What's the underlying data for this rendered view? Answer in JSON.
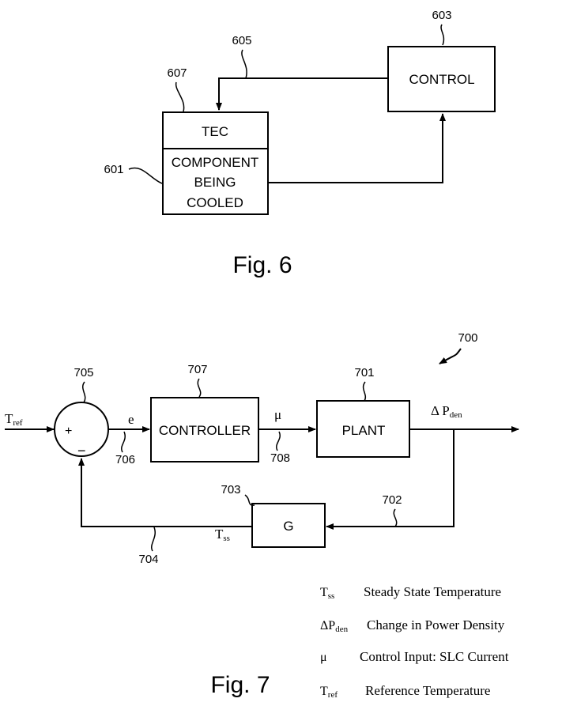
{
  "fig6": {
    "caption": "Fig. 6",
    "refs": {
      "component": "601",
      "control": "603",
      "feedback_line": "605",
      "tec": "607"
    },
    "control_label": "CONTROL",
    "tec_label": "TEC",
    "component_lines": [
      "COMPONENT",
      "BEING",
      "COOLED"
    ]
  },
  "fig7": {
    "caption": "Fig. 7",
    "refs": {
      "system": "700",
      "plant": "701",
      "feedback_signal": "702",
      "gain_block": "703",
      "feedback_line": "704",
      "summer": "705",
      "error_line": "706",
      "controller": "707",
      "input_line": "708"
    },
    "controller_label": "CONTROLLER",
    "plant_label": "PLANT",
    "gain_label": "G",
    "summer_plus": "+",
    "summer_minus": "−",
    "signals": {
      "error": "e",
      "control_input": "μ",
      "t_ref_base": "T",
      "t_ref_sub": "ref",
      "t_ss_base": "T",
      "t_ss_sub": "ss",
      "dp_base": "Δ P",
      "dp_sub": "den"
    },
    "legend": [
      {
        "sym": "T",
        "sub": "ss",
        "desc": "Steady State Temperature"
      },
      {
        "sym": "ΔP",
        "sub": "den",
        "desc": "Change in Power Density"
      },
      {
        "sym": "μ",
        "sub": "",
        "desc": "Control Input:  SLC Current"
      },
      {
        "sym": "T",
        "sub": "ref",
        "desc": "Reference Temperature"
      }
    ]
  }
}
